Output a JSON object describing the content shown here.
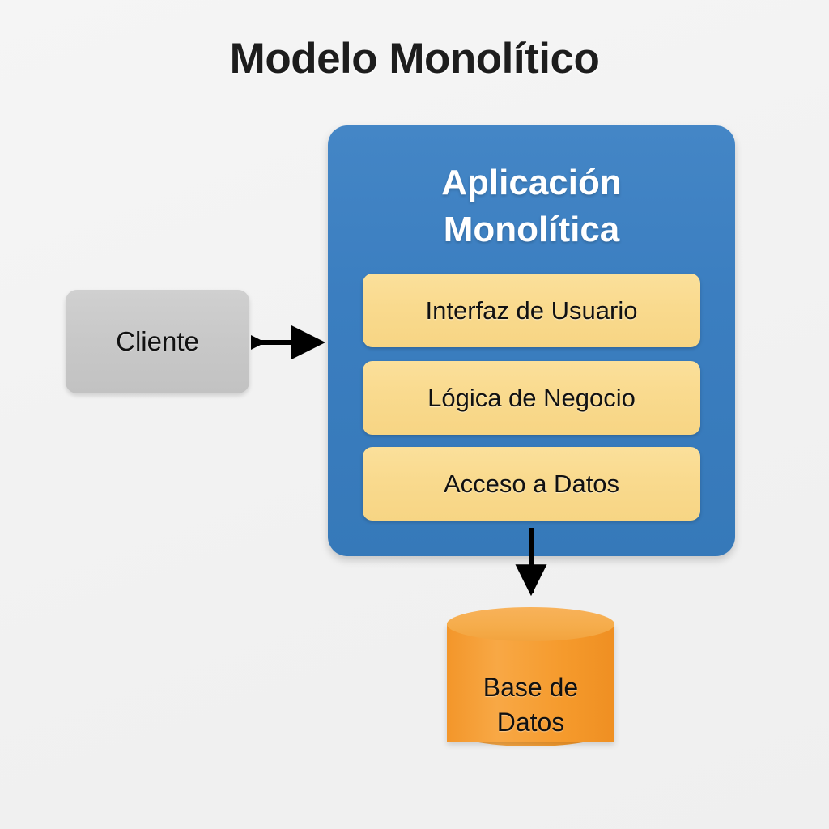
{
  "diagram": {
    "title": "Modelo Monolítico",
    "background_color": "#f3f3f3",
    "title_color": "#1d1d1d"
  },
  "client": {
    "label": "Cliente",
    "color": "#c8c8c8",
    "text_color": "#111111"
  },
  "monolith": {
    "title_line1": "Aplicación",
    "title_line2": "Monolítica",
    "color": "#3b7ec0",
    "title_color": "#ffffff",
    "layers": [
      {
        "label": "Interfaz de Usuario",
        "color": "#f9da8e"
      },
      {
        "label": "Lógica de Negocio",
        "color": "#f9da8e"
      },
      {
        "label": "Acceso a Datos",
        "color": "#f9da8e"
      }
    ]
  },
  "database": {
    "label_line1": "Base de",
    "label_line2": "Datos",
    "body_color": "#f59a2c",
    "top_color": "#f5ac4a",
    "text_color": "#111111"
  },
  "connectors": [
    {
      "name": "client-to-monolith",
      "style": "double-headed-arrow",
      "orientation": "horizontal",
      "color": "#000000"
    },
    {
      "name": "monolith-to-database",
      "style": "single-headed-arrow",
      "orientation": "vertical-down",
      "color": "#000000"
    }
  ]
}
